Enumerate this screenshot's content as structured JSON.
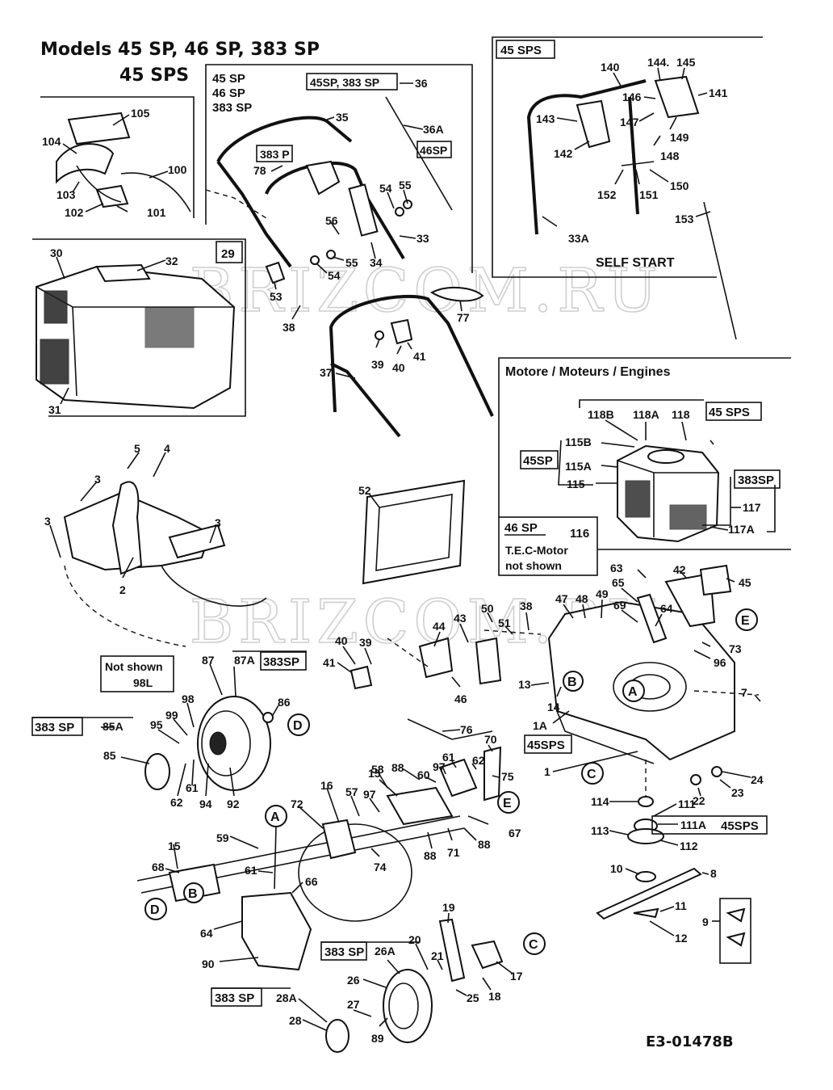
{
  "header": {
    "models_line1": "Models  45 SP, 46 SP, 383 SP",
    "models_line2": "45 SPS"
  },
  "watermark": "BRIZCOM.RU",
  "drawing_number": "E3-01478B",
  "boxes": {
    "handle_models": [
      "45 SP",
      "46 SP",
      "383 SP"
    ],
    "sps_box_title": "45 SPS",
    "self_start": "SELF START",
    "engines_title": "Motore / Moteurs / Engines",
    "not_shown_line1": "Not shown",
    "not_shown_line2": "98L",
    "tec_motor_title": "46 SP",
    "tec_motor_num": "116",
    "tec_motor_line1": "T.E.C-Motor",
    "tec_motor_line2": "not shown"
  },
  "tags": {
    "t_45sp_383sp": "45SP, 383 SP",
    "t_383p": "383 P",
    "t_46sp": "46SP",
    "t_29": "29",
    "t_45sps_eng": "45 SPS",
    "t_45sp_eng": "45SP",
    "t_383sp_eng": "383SP",
    "t_383sp_87a": "383SP",
    "t_383sp_85a": "383 SP",
    "t_45sps_1a": "45SPS",
    "t_45sps_111a": "45SPS",
    "t_383sp_26a": "383 SP",
    "t_383sp_28a": "383 SP"
  },
  "callouts": {
    "c105": "105",
    "c104": "104",
    "c100": "100",
    "c103": "103",
    "c102": "102",
    "c101": "101",
    "c35": "35",
    "c36": "36",
    "c36a": "36A",
    "c78": "78",
    "c54a": "54",
    "c55a": "55",
    "c56": "56",
    "c33": "33",
    "c53": "53",
    "c55b": "55",
    "c54b": "54",
    "c34": "34",
    "c38a": "38",
    "c77": "77",
    "c39a": "39",
    "c40a": "40",
    "c41a": "41",
    "c37": "37",
    "c30": "30",
    "c32": "32",
    "c31": "31",
    "c140": "140",
    "c144": "144.",
    "c145": "145",
    "c141": "141",
    "c146": "146",
    "c143": "143",
    "c147": "147",
    "c149": "149",
    "c142": "142",
    "c148": "148",
    "c150": "150",
    "c152": "152",
    "c151": "151",
    "c153": "153",
    "c33a": "33A",
    "c118b": "118B",
    "c118a": "118A",
    "c118": "118",
    "c115b": "115B",
    "c115a": "115A",
    "c115": "115",
    "c117": "117",
    "c117a": "117A",
    "c5": "5",
    "c4": "4",
    "c3a": "3",
    "c3b": "3",
    "c3c": "3",
    "c2": "2",
    "c52": "52",
    "c63": "63",
    "c42": "42",
    "c45": "45",
    "c65": "65",
    "c47": "47",
    "c48": "48",
    "c49": "49",
    "c69": "69",
    "c64a": "64",
    "c50": "50",
    "c38b": "38",
    "c51": "51",
    "c44": "44",
    "c43": "43",
    "c40b": "40",
    "c39b": "39",
    "c41b": "41",
    "c46": "46",
    "c13": "13",
    "c14": "14",
    "c73": "73",
    "c96": "96",
    "c7": "7",
    "c1a": "1A",
    "c1": "1",
    "c24": "24",
    "c22": "22",
    "c23": "23",
    "c87": "87",
    "c87a": "87A",
    "c86": "86",
    "c98": "98",
    "c99": "99",
    "c95": "95",
    "c85a": "85A",
    "c85": "85",
    "c61a": "61",
    "c62a": "62",
    "c94": "94",
    "c92": "92",
    "c76": "76",
    "c70": "70",
    "c58": "58",
    "c88a": "88",
    "c97a": "97",
    "c61b": "61",
    "c60": "60",
    "c62b": "62",
    "c75": "75",
    "c15a": "15",
    "c16": "16",
    "c57": "57",
    "c97b": "97",
    "c72": "72",
    "c67": "67",
    "c88b": "88",
    "c88c": "88",
    "c71": "71",
    "c74": "74",
    "c59": "59",
    "c15b": "15",
    "c68": "68",
    "c61c": "61",
    "c66": "66",
    "c64b": "64",
    "c90": "90",
    "c114": "114",
    "c111": "111",
    "c111a": "111A",
    "c113": "113",
    "c112": "112",
    "c10": "10",
    "c8": "8",
    "c11": "11",
    "c12": "12",
    "c9": "9",
    "c19": "19",
    "c20": "20",
    "c21": "21",
    "c17": "17",
    "c18": "18",
    "c25": "25",
    "c26a": "26A",
    "c26": "26",
    "c27": "27",
    "c89": "89",
    "c28a": "28A",
    "c28": "28"
  },
  "refs": {
    "rA1": "A",
    "rA2": "A",
    "rB1": "B",
    "rB2": "B",
    "rC1": "C",
    "rC2": "C",
    "rD1": "D",
    "rD2": "D",
    "rE1": "E",
    "rE2": "E"
  }
}
